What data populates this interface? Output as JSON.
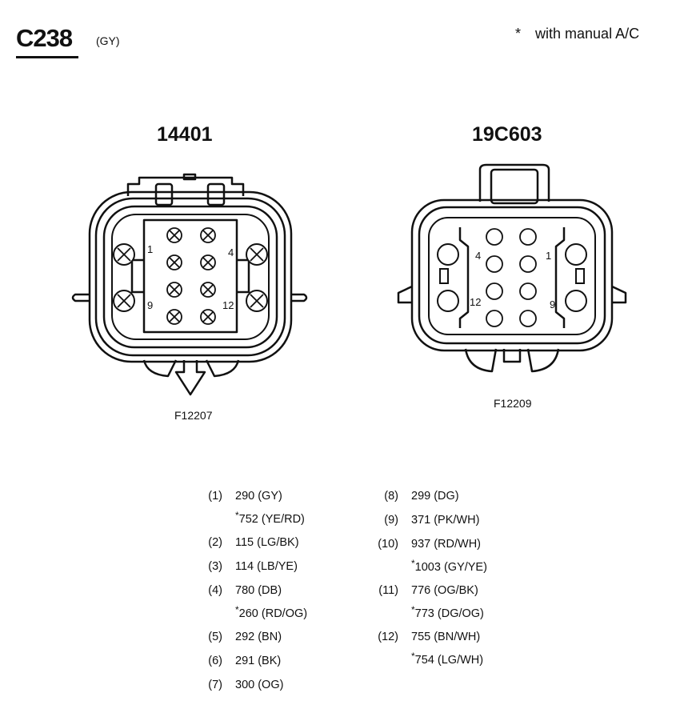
{
  "header": {
    "connector_id": "C238",
    "color_code": "(GY)",
    "note_marker": "*",
    "note_text": "with manual A/C"
  },
  "connectors": [
    {
      "part_number": "14401",
      "figure_id": "F12207",
      "pin_labels": [
        "1",
        "4",
        "9",
        "12"
      ]
    },
    {
      "part_number": "19C603",
      "figure_id": "F12209",
      "pin_labels": [
        "4",
        "1",
        "12",
        "9"
      ]
    }
  ],
  "pinout": {
    "left": [
      {
        "pin": "(1)",
        "circuit": "290 (GY)",
        "alt_marker": "*",
        "alt_circuit": "752 (YE/RD)"
      },
      {
        "pin": "(2)",
        "circuit": "115 (LG/BK)"
      },
      {
        "pin": "(3)",
        "circuit": "114 (LB/YE)"
      },
      {
        "pin": "(4)",
        "circuit": "780 (DB)",
        "alt_marker": "*",
        "alt_circuit": "260 (RD/OG)"
      },
      {
        "pin": "(5)",
        "circuit": "292 (BN)"
      },
      {
        "pin": "(6)",
        "circuit": "291 (BK)"
      },
      {
        "pin": "(7)",
        "circuit": "300 (OG)"
      }
    ],
    "right": [
      {
        "pin": "(8)",
        "circuit": "299 (DG)"
      },
      {
        "pin": "(9)",
        "circuit": "371 (PK/WH)"
      },
      {
        "pin": "(10)",
        "circuit": "937 (RD/WH)",
        "alt_marker": "*",
        "alt_circuit": "1003 (GY/YE)"
      },
      {
        "pin": "(11)",
        "circuit": "776 (OG/BK)",
        "alt_marker": "*",
        "alt_circuit": "773 (DG/OG)"
      },
      {
        "pin": "(12)",
        "circuit": "755 (BN/WH)",
        "alt_marker": "*",
        "alt_circuit": "754 (LG/WH)"
      }
    ]
  }
}
